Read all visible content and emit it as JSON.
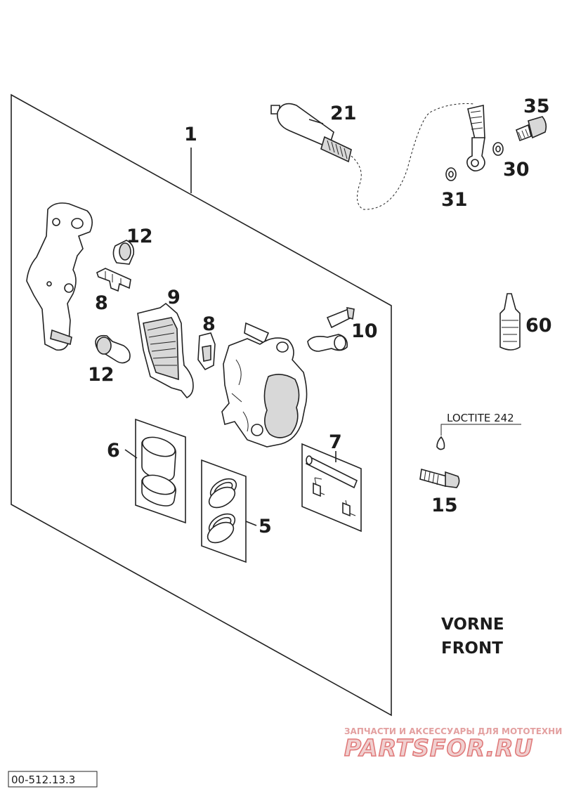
{
  "diagram": {
    "callouts": [
      {
        "id": "1",
        "label": "1"
      },
      {
        "id": "21",
        "label": "21"
      },
      {
        "id": "35",
        "label": "35"
      },
      {
        "id": "30",
        "label": "30"
      },
      {
        "id": "31",
        "label": "31"
      },
      {
        "id": "12a",
        "label": "12"
      },
      {
        "id": "8a",
        "label": "8"
      },
      {
        "id": "9",
        "label": "9"
      },
      {
        "id": "8b",
        "label": "8"
      },
      {
        "id": "10",
        "label": "10"
      },
      {
        "id": "12b",
        "label": "12"
      },
      {
        "id": "60",
        "label": "60"
      },
      {
        "id": "6",
        "label": "6"
      },
      {
        "id": "7",
        "label": "7"
      },
      {
        "id": "5",
        "label": "5"
      },
      {
        "id": "15",
        "label": "15"
      }
    ],
    "loctite_note": "LOCTITE 242",
    "region_label_line1": "VORNE",
    "region_label_line2": "FRONT",
    "drawing_code": "00-512.13.3"
  },
  "watermark": {
    "line1": "ЗАПЧАСТИ И АКСЕССУАРЫ ДЛЯ МОТОТЕХНИКИ",
    "line2": "PARTSFOR.RU",
    "color": "#e07a7a"
  }
}
